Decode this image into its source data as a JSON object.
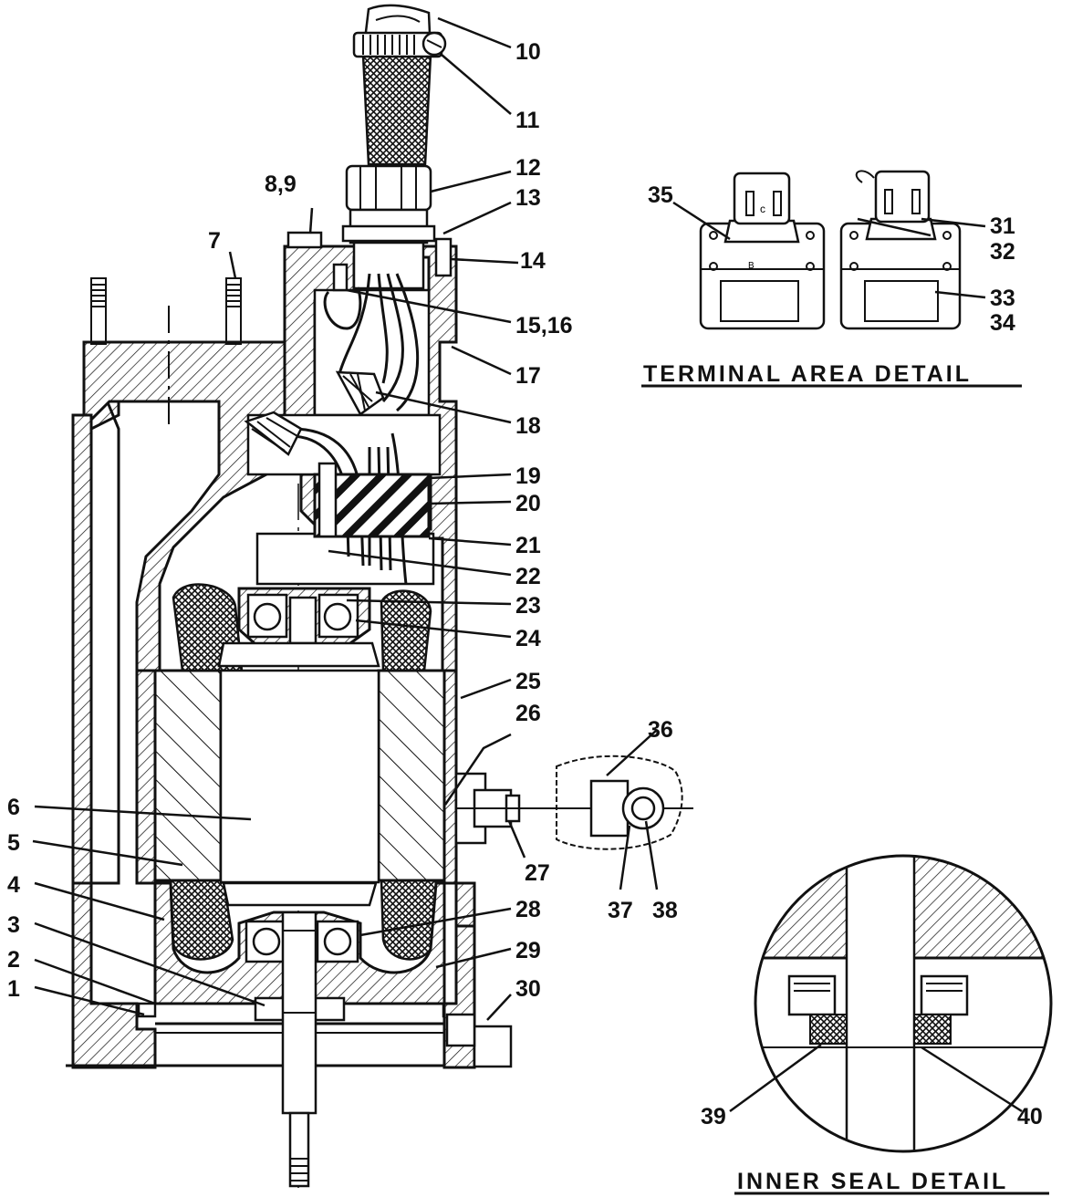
{
  "callouts": {
    "c1": "1",
    "c2": "2",
    "c3": "3",
    "c4": "4",
    "c5": "5",
    "c6": "6",
    "c7": "7",
    "c8_9": "8,9",
    "c10": "10",
    "c11": "11",
    "c12": "12",
    "c13": "13",
    "c14": "14",
    "c15_16": "15,16",
    "c17": "17",
    "c18": "18",
    "c19": "19",
    "c20": "20",
    "c21": "21",
    "c22": "22",
    "c23": "23",
    "c24": "24",
    "c25": "25",
    "c26": "26",
    "c27": "27",
    "c28": "28",
    "c29": "29",
    "c30": "30",
    "c31": "31",
    "c32": "32",
    "c33": "33",
    "c34": "34",
    "c35": "35",
    "c36": "36",
    "c37": "37",
    "c38": "38",
    "c39": "39",
    "c40": "40"
  },
  "captions": {
    "terminal": "TERMINAL AREA DETAIL",
    "seal": "INNER SEAL DETAIL"
  },
  "marks": {
    "c_mark": "c",
    "b_mark": "B"
  },
  "colors": {
    "ink": "#111111",
    "paper": "#ffffff"
  }
}
